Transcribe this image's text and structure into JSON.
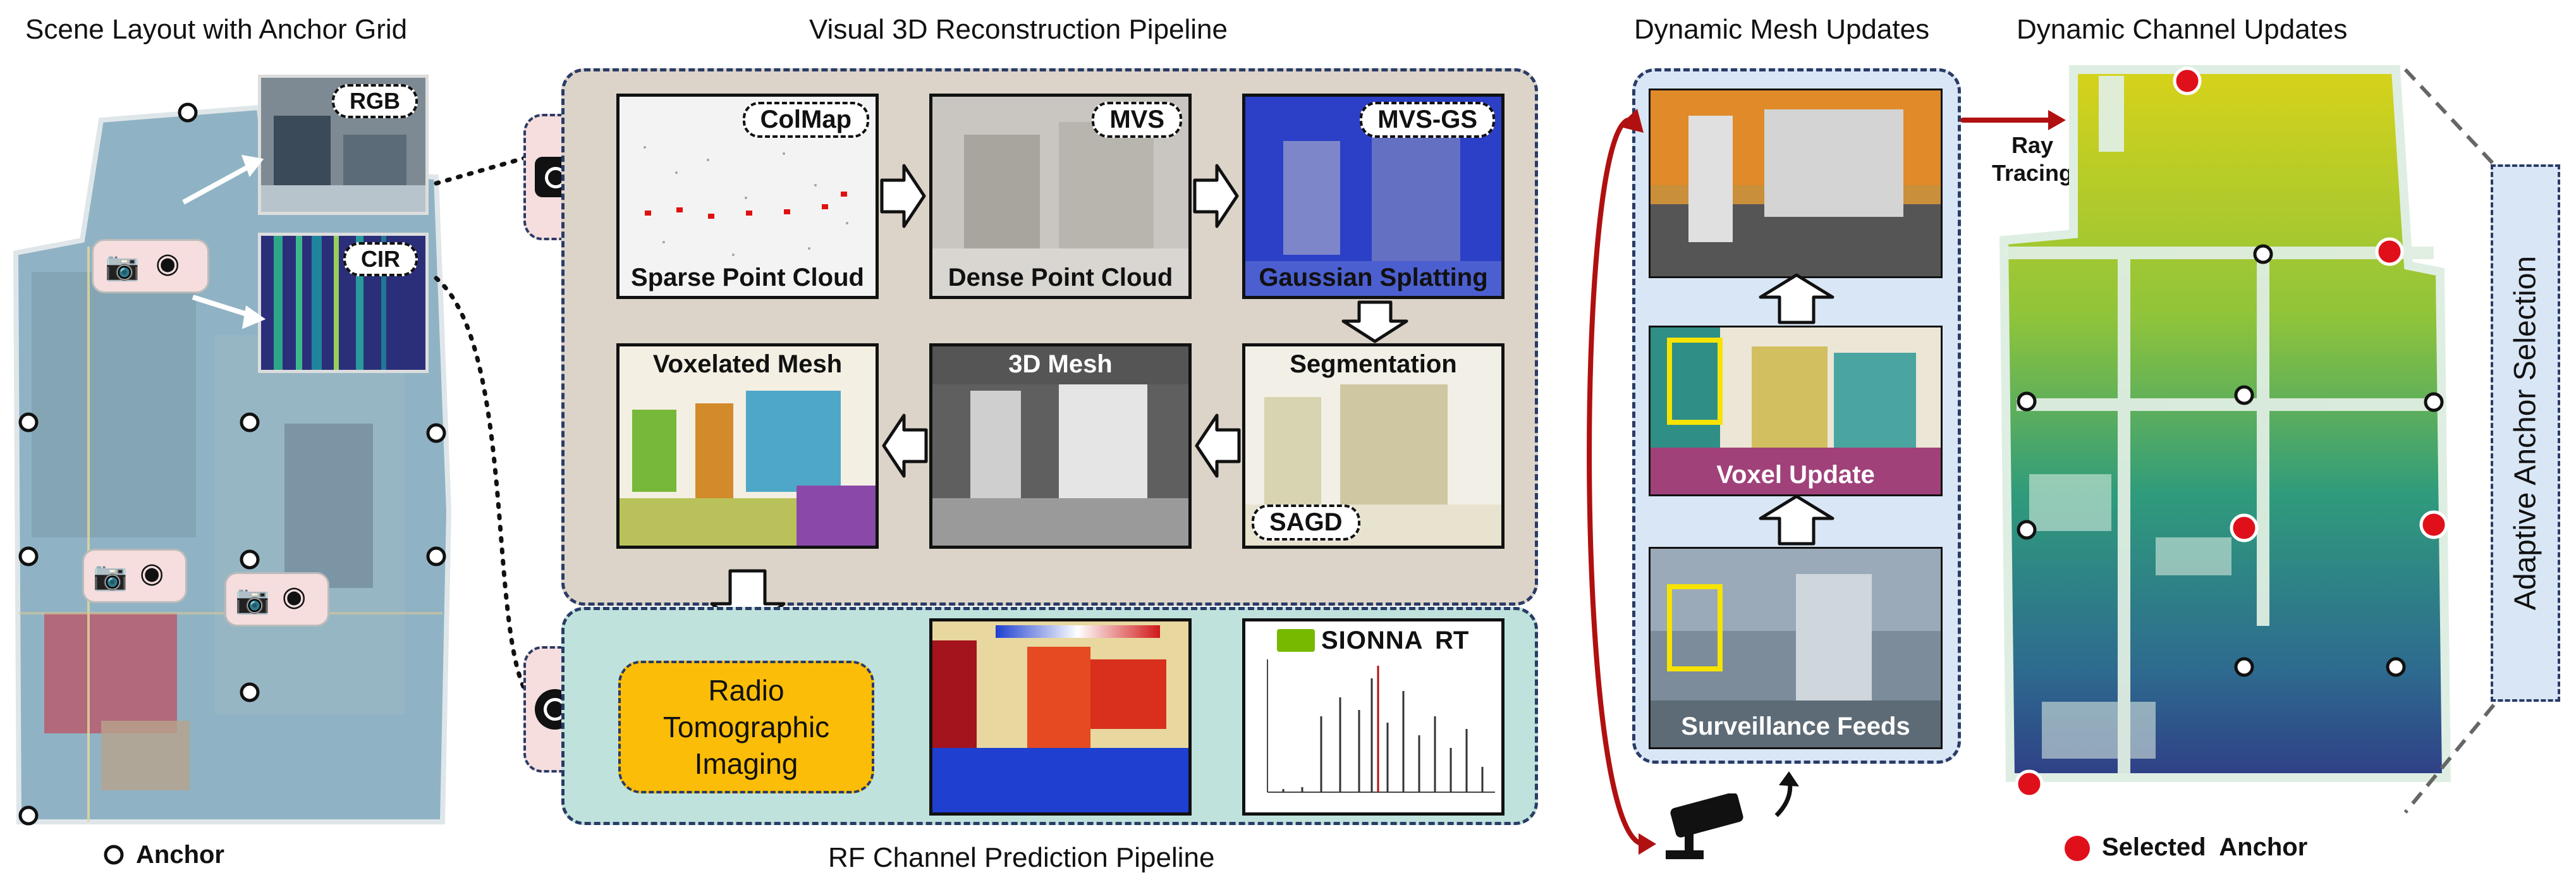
{
  "titles": {
    "scene_layout": "Scene Layout with Anchor Grid",
    "visual_pipeline": "Visual 3D Reconstruction Pipeline",
    "rf_pipeline": "RF Channel Prediction Pipeline",
    "mesh_updates": "Dynamic Mesh Updates",
    "channel_updates": "Dynamic Channel Updates"
  },
  "scene": {
    "rgb_label": "RGB",
    "cir_label": "CIR",
    "anchor_legend": "Anchor"
  },
  "visual": {
    "colmap_tag": "ColMap",
    "mvs_tag": "MVS",
    "mvsgs_tag": "MVS-GS",
    "sparse_caption": "Sparse Point Cloud",
    "dense_caption": "Dense Point Cloud",
    "gs_caption": "Gaussian Splatting",
    "voxel_caption": "Voxelated Mesh",
    "mesh_caption": "3D Mesh",
    "seg_caption": "Segmentation",
    "sagd_tag": "SAGD"
  },
  "rf": {
    "rti_label": "Radio Tomographic Imaging",
    "sionna_label": "SIONNA",
    "sionna_suffix": "RT"
  },
  "mesh": {
    "voxel_update": "Voxel Update",
    "surveillance": "Surveillance Feeds",
    "ray_tracing": "Ray Tracing"
  },
  "channel": {
    "adaptive": "Adaptive Anchor Selection",
    "selected_legend": "Selected  Anchor"
  },
  "colors": {
    "visual_panel": "#dcd4c8",
    "rf_panel": "#bfe3dc",
    "mesh_panel": "#d9e6f5",
    "rti_box": "#fbbd08",
    "arrow_red": "#b01010",
    "selected_anchor": "#e0101a",
    "panel_border": "#2a3b66"
  },
  "icons": [
    "camera-icon",
    "wifi-icon",
    "cctv-camera-icon",
    "nvidia-logo-icon"
  ]
}
